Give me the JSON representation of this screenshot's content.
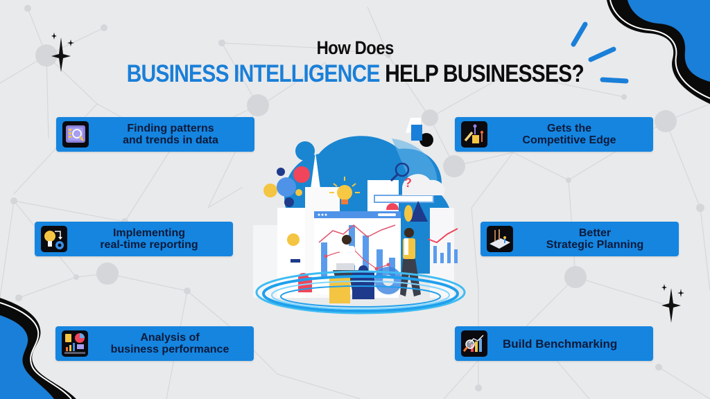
{
  "title": {
    "line1": "How Does",
    "line2_accent": "BUSINESS INTELLIGENCE",
    "line2_rest": "HELP BUSINESSES?"
  },
  "colors": {
    "background": "#e9eaec",
    "accent_blue": "#1a7fd8",
    "card_blue": "#1585e0",
    "card_text": "#0c1a3a",
    "dark": "#0d0d0d"
  },
  "cards": [
    {
      "id": "finding-patterns",
      "icon": "data-search-icon",
      "lines": [
        "Finding patterns",
        "and trends in data"
      ]
    },
    {
      "id": "competitive-edge",
      "icon": "team-trophy-icon",
      "lines": [
        "Gets the",
        "Competitive Edge"
      ]
    },
    {
      "id": "realtime-reporting",
      "icon": "lightbulb-gear-icon",
      "lines": [
        "Implementing",
        "real-time reporting"
      ]
    },
    {
      "id": "strategic-planning",
      "icon": "strategy-board-icon",
      "lines": [
        "Better",
        "Strategic Planning"
      ]
    },
    {
      "id": "business-performance",
      "icon": "analytics-dashboard-icon",
      "lines": [
        "Analysis of",
        "business performance"
      ]
    },
    {
      "id": "benchmarking",
      "icon": "chart-magnifier-icon",
      "lines": [
        "Build Benchmarking"
      ]
    }
  ]
}
